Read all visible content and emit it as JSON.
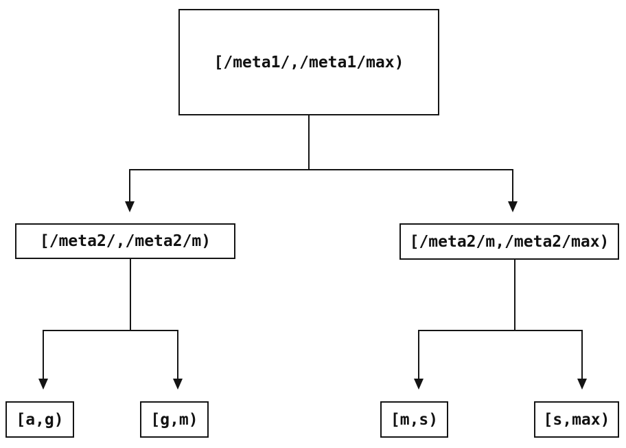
{
  "diagram": {
    "background_color": "#ffffff",
    "line_color": "#141414",
    "text_color": "#111111",
    "nodes": {
      "root": {
        "label": "[/meta1/,/meta1/max)"
      },
      "meta2_low": {
        "label": "[/meta2/,/meta2/m)"
      },
      "meta2_high": {
        "label": "[/meta2/m,/meta2/max)"
      },
      "leaf_ag": {
        "label": "[a,g)"
      },
      "leaf_gm": {
        "label": "[g,m)"
      },
      "leaf_ms": {
        "label": "[m,s)"
      },
      "leaf_smax": {
        "label": "[s,max)"
      }
    },
    "edges": [
      {
        "from": "root",
        "to": "meta2_low"
      },
      {
        "from": "root",
        "to": "meta2_high"
      },
      {
        "from": "meta2_low",
        "to": "leaf_ag"
      },
      {
        "from": "meta2_low",
        "to": "leaf_gm"
      },
      {
        "from": "meta2_high",
        "to": "leaf_ms"
      },
      {
        "from": "meta2_high",
        "to": "leaf_smax"
      }
    ]
  }
}
